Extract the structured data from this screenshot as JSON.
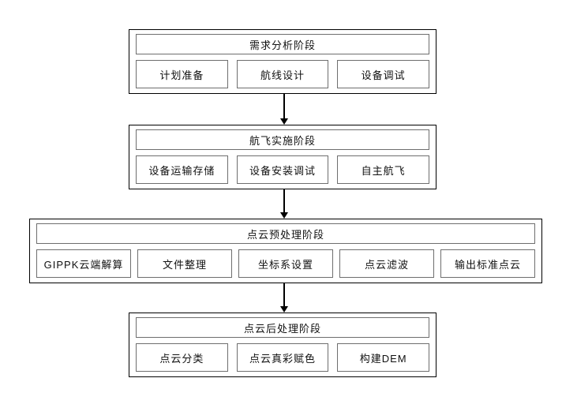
{
  "diagram": {
    "type": "flowchart",
    "direction": "top-down",
    "colors": {
      "background": "#ffffff",
      "outer_border": "#000000",
      "inner_border": "#6e6e6e",
      "arrow": "#000000",
      "text": "#111111"
    },
    "connector_icon": "arrow-down-icon",
    "stages": [
      {
        "title": "需求分析阶段",
        "steps": [
          "计划准备",
          "航线设计",
          "设备调试"
        ]
      },
      {
        "title": "航飞实施阶段",
        "steps": [
          "设备运输存储",
          "设备安装调试",
          "自主航飞"
        ]
      },
      {
        "title": "点云预处理阶段",
        "steps": [
          "GIPPK云端解算",
          "文件整理",
          "坐标系设置",
          "点云滤波",
          "输出标准点云"
        ]
      },
      {
        "title": "点云后处理阶段",
        "steps": [
          "点云分类",
          "点云真彩赋色",
          "构建DEM"
        ]
      }
    ]
  }
}
